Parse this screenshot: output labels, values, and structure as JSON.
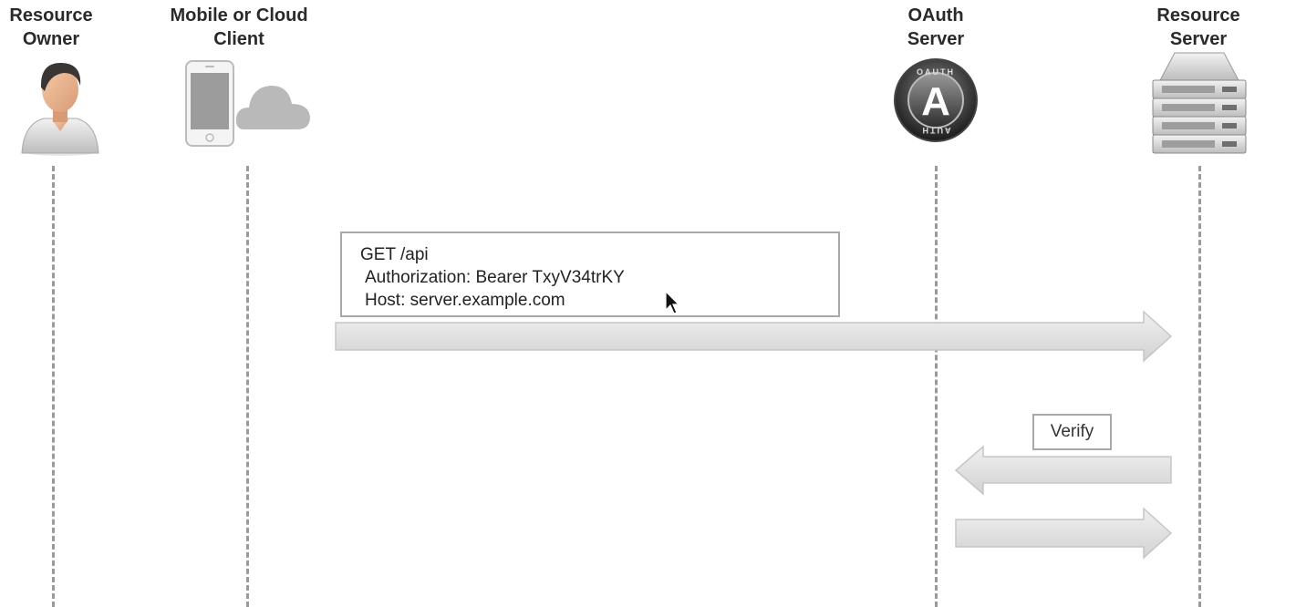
{
  "actors": [
    {
      "label": "Resource\nOwner",
      "icon": "user-avatar-icon"
    },
    {
      "label": "Mobile or Cloud\nClient",
      "icon": "mobile-cloud-icon"
    },
    {
      "label": "OAuth\nServer",
      "icon": "oauth-logo-icon"
    },
    {
      "label": "Resource\nServer",
      "icon": "server-rack-icon"
    }
  ],
  "oauth_logo": {
    "top_text": "OAUTH",
    "bottom_text": "AUTH",
    "letter": "A"
  },
  "request": {
    "line1": "GET /api",
    "line2": "Authorization: Bearer TxyV34trKY",
    "line3": "Host: server.example.com",
    "from": "Mobile or Cloud Client",
    "to": "Resource Server"
  },
  "verify": {
    "label": "Verify",
    "from": "Resource Server",
    "to": "OAuth Server"
  },
  "response": {
    "from": "OAuth Server",
    "to": "Resource Server"
  },
  "colors": {
    "arrow_fill": "#e4e4e4",
    "arrow_stroke": "#c8c8c8",
    "lifeline": "#9a9a9a",
    "box_border": "#a8a8a8"
  }
}
